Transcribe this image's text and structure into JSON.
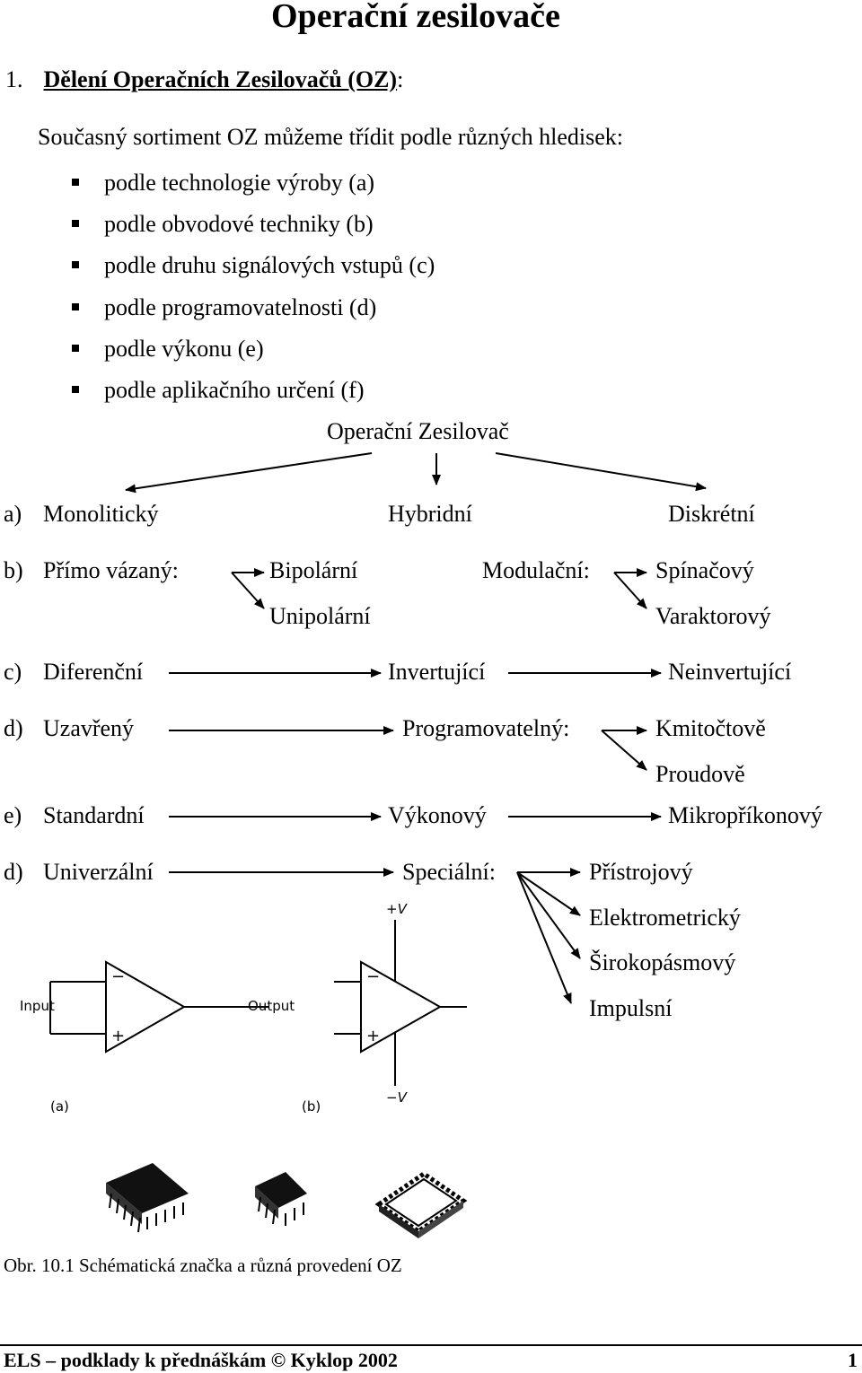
{
  "title": "Operační zesilovače",
  "section": {
    "number": "1.",
    "title": "Dělení Operačních Zesilovačů (OZ)",
    "colon": ":"
  },
  "intro": "Současný sortiment OZ můžeme třídit podle různých hledisek:",
  "bullets": [
    "podle technologie výroby (a)",
    "podle obvodové techniky (b)",
    "podle druhu signálových vstupů (c)",
    "podle programovatelnosti (d)",
    "podle výkonu (e)",
    "podle aplikačního určení (f)"
  ],
  "tree": {
    "root": "Operační Zesilovač",
    "a": {
      "label": "a)",
      "items": [
        "Monolitický",
        "Hybridní",
        "Diskrétní"
      ]
    },
    "b": {
      "label": "b)",
      "left": "Přímo vázaný:",
      "left_children": [
        "Bipolární",
        "Unipolární"
      ],
      "right": "Modulační:",
      "right_children": [
        "Spínačový",
        "Varaktorový"
      ]
    },
    "c": {
      "label": "c)",
      "items": [
        "Diferenční",
        "Invertující",
        "Neinvertující"
      ]
    },
    "d": {
      "label": "d)",
      "items": [
        "Uzavřený",
        "Programovatelný:"
      ],
      "children": [
        "Kmitočtově",
        "Proudově"
      ]
    },
    "e": {
      "label": "e)",
      "items": [
        "Standardní",
        "Výkonový",
        "Mikropříkonový"
      ]
    },
    "f": {
      "label": "d)",
      "items": [
        "Univerzální",
        "Speciální:"
      ],
      "children": [
        "Přístrojový",
        "Elektrometrický",
        "Širokopásmový",
        "Impulsní"
      ]
    }
  },
  "figure": {
    "input_label": "Input",
    "output_label": "Output",
    "plus_v": "+V",
    "minus_v": "−V",
    "minus_sign": "−",
    "plus_sign": "+",
    "sub_a": "(a)",
    "sub_b": "(b)",
    "caption": "Obr. 10.1 Schématická značka a různá provedení OZ"
  },
  "footer": {
    "left": "ELS – podklady k přednáškám © Kyklop 2002",
    "page": "1"
  }
}
